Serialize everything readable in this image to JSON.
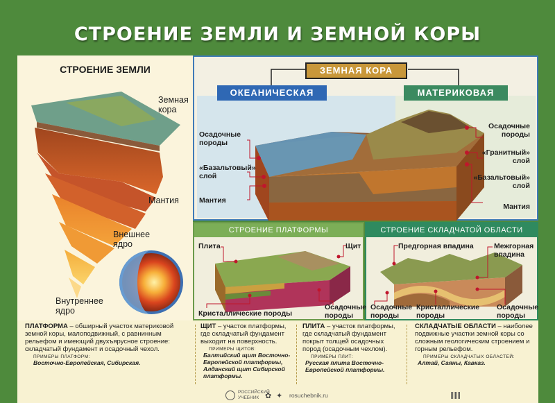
{
  "title": "СТРОЕНИЕ ЗЕМЛИ И ЗЕМНОЙ КОРЫ",
  "earth": {
    "title": "СТРОЕНИЕ ЗЕМЛИ",
    "crust_label_1": "Земная",
    "crust_label_2": "кора",
    "mantle": "Мантия",
    "outer_core_1": "Внешнее",
    "outer_core_2": "ядро",
    "inner_core": "Внутреннее",
    "inner_core_2": "ядро"
  },
  "crust": {
    "title": "ЗЕМНАЯ КОРА",
    "oceanic": "ОКЕАНИЧЕСКАЯ",
    "continental": "МАТЕРИКОВАЯ",
    "left_sediment_1": "Осадочные",
    "left_sediment_2": "породы",
    "left_basalt_1": "«Базальтовый»",
    "left_basalt_2": "слой",
    "left_mantle": "Мантия",
    "right_sediment_1": "Осадочные",
    "right_sediment_2": "породы",
    "right_granite_1": "«Гранитный»",
    "right_granite_2": "слой",
    "right_basalt_1": "«Базальтовый»",
    "right_basalt_2": "слой",
    "right_mantle": "Мантия"
  },
  "platform": {
    "title": "СТРОЕНИЕ ПЛАТФОРМЫ",
    "plate": "Плита",
    "shield": "Щит",
    "crystalline": "Кристаллические породы",
    "sediment_1": "Осадочные",
    "sediment_2": "породы"
  },
  "folded": {
    "title": "СТРОЕНИЕ СКЛАДЧАТОЙ ОБЛАСТИ",
    "foredeep": "Предгорная впадина",
    "intermontane_1": "Межгорная",
    "intermontane_2": "впадина",
    "sediment_l_1": "Осадочные",
    "sediment_l_2": "породы",
    "crystalline_1": "Кристаллические",
    "crystalline_2": "породы",
    "sediment_r_1": "Осадочные",
    "sediment_r_2": "породы"
  },
  "definitions": {
    "platform": {
      "term": "ПЛАТФОРМА",
      "text": " – обширный участок материковой земной коры, малоподвижный, с равнинным рельефом и имеющий двухъярусное строение: складчатый фундамент и осадочный чехол.",
      "examples_head": "ПРИМЕРЫ ПЛАТФОРМ:",
      "examples": "Восточно-Европейская, Сибирская."
    },
    "shield": {
      "term": "ЩИТ",
      "text": " – участок платформы, где складчатый фундамент выходит на поверхность.",
      "examples_head": "ПРИМЕРЫ ЩИТОВ:",
      "examples": "Балтийский щит Восточно-Европейской платформы, Алданский щит Сибирской платформы."
    },
    "plate": {
      "term": "ПЛИТА",
      "text": " – участок платформы, где складчатый фундамент покрыт толщей осадочных пород (осадочным чехлом).",
      "examples_head": "ПРИМЕРЫ ПЛИТ:",
      "examples": "Русская плита Восточно-Европейской платформы."
    },
    "folded": {
      "term": "СКЛАДЧАТЫЕ ОБЛАСТИ",
      "text": " – наиболее подвижные участки земной коры со сложным геологическим строением и горным рельефом.",
      "examples_head": "ПРИМЕРЫ СКЛАДЧАТЫХ ОБЛАСТЕЙ:",
      "examples": "Алтай, Саяны, Кавказ."
    }
  },
  "footer": {
    "publisher_1": "РОССИЙСКИЙ",
    "publisher_2": "УЧЕБНИК",
    "site": "rosuchebnik.ru"
  },
  "colors": {
    "background": "#4e8a3c",
    "crust_label": "#c8973a",
    "oceanic": "#2f68b4",
    "continental": "#3b8a60",
    "marker": "#c0162c"
  }
}
